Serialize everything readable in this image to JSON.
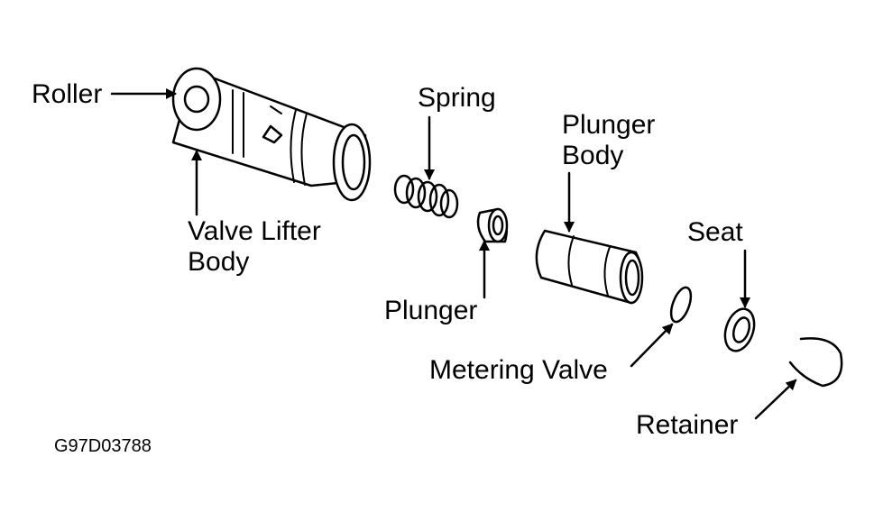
{
  "labels": {
    "roller": "Roller",
    "spring": "Spring",
    "plunger_body_line1": "Plunger",
    "plunger_body_line2": "Body",
    "valve_lifter_body_line1": "Valve Lifter",
    "valve_lifter_body_line2": "Body",
    "plunger": "Plunger",
    "seat": "Seat",
    "metering_valve": "Metering Valve",
    "retainer": "Retainer"
  },
  "figure_code": "G97D03788",
  "colors": {
    "ink": "#000000",
    "background": "#ffffff"
  }
}
